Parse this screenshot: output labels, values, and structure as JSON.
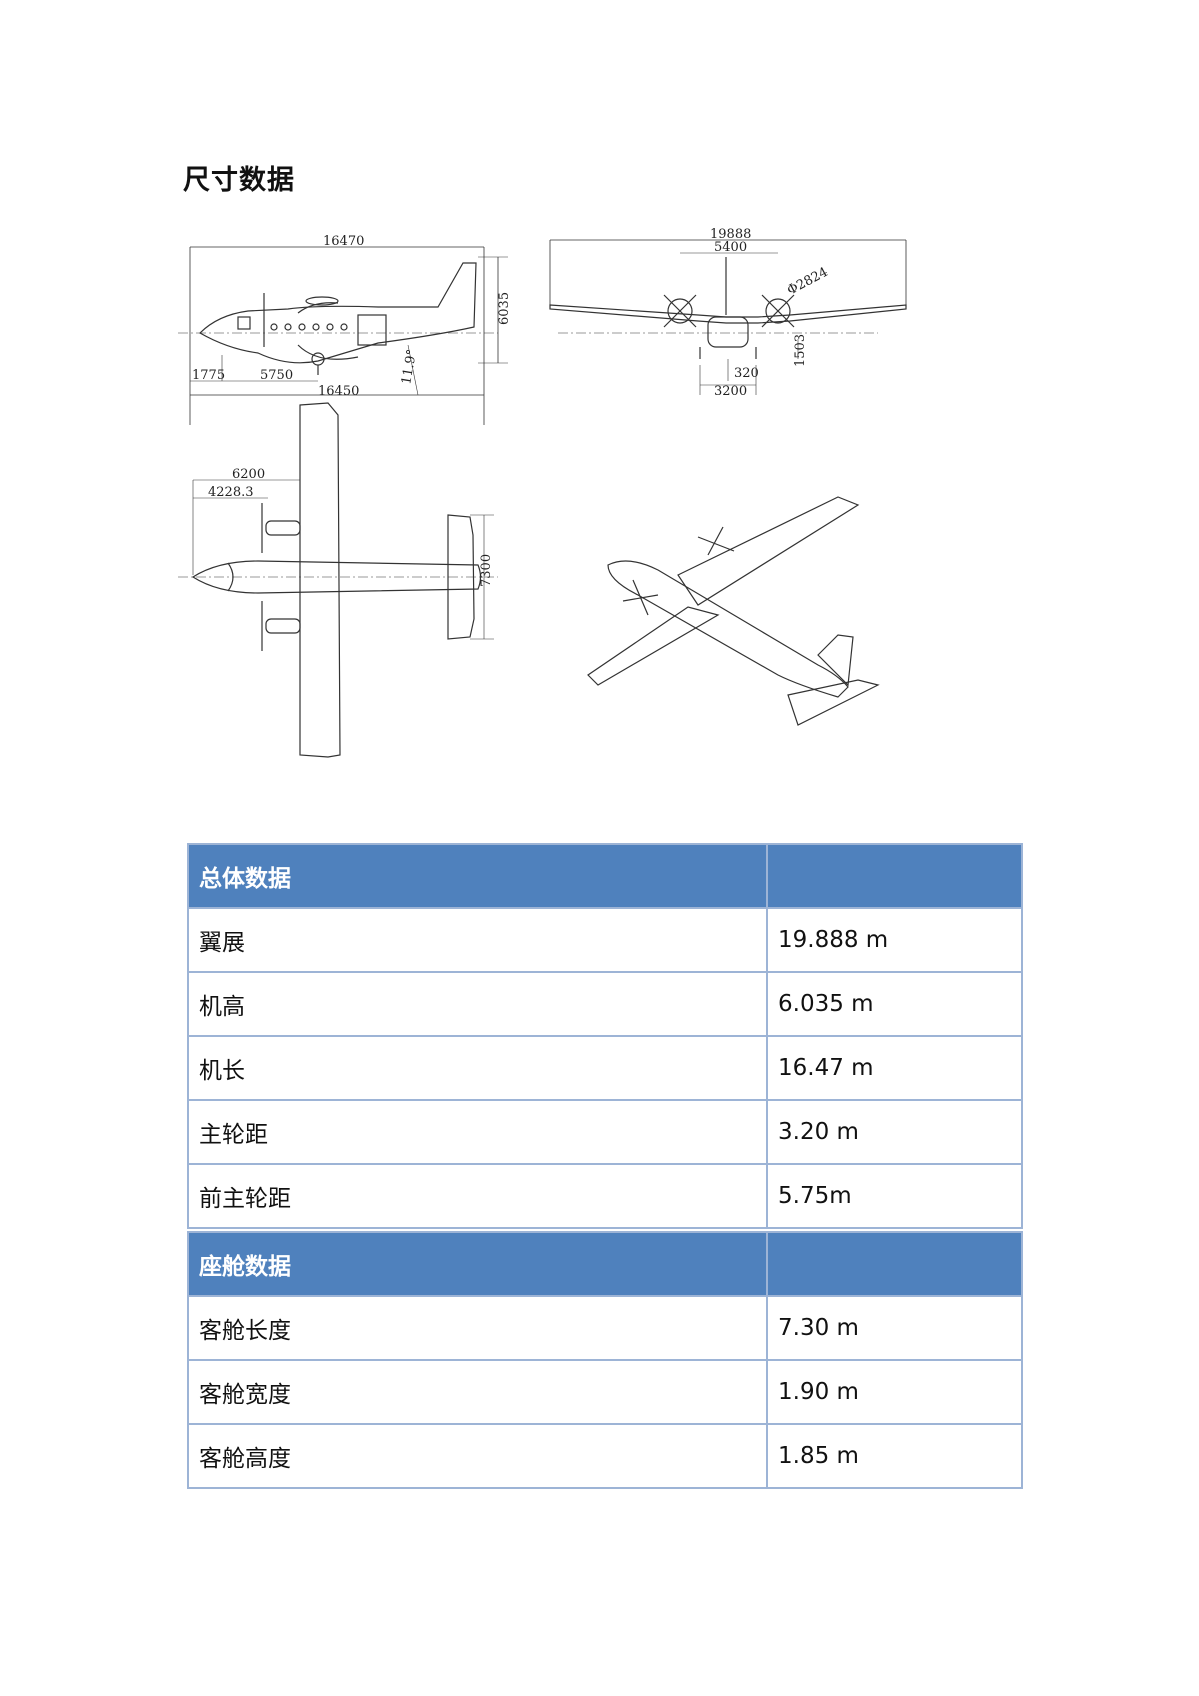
{
  "page": {
    "title": "尺寸数据"
  },
  "drawing": {
    "side_view": {
      "length": "16470",
      "height": "6035",
      "nose_to_gear": "1775",
      "gear_base": "5750",
      "ground_length": "16450",
      "angle": "11.9°"
    },
    "front_view": {
      "span": "19888",
      "engine_spacing": "5400",
      "prop_diameter": "Φ2824",
      "ground_clearance": "1503",
      "gear_width": "320",
      "track": "3200"
    },
    "top_view": {
      "nose_to_wing": "6200",
      "nose_to_engine": "4228.3",
      "tail_span": "7300"
    }
  },
  "tables": [
    {
      "header": "总体数据",
      "rows": [
        {
          "label": "翼展",
          "value": "19.888 m"
        },
        {
          "label": "机高",
          "value": "6.035 m"
        },
        {
          "label": "机长",
          "value": "16.47 m"
        },
        {
          "label": "主轮距",
          "value": "3.20 m"
        },
        {
          "label": "前主轮距",
          "value": "5.75m"
        }
      ]
    },
    {
      "header": "座舱数据",
      "rows": [
        {
          "label": "客舱长度",
          "value": "7.30 m"
        },
        {
          "label": "客舱宽度",
          "value": "1.90 m"
        },
        {
          "label": "客舱高度",
          "value": "1.85 m"
        }
      ]
    }
  ]
}
